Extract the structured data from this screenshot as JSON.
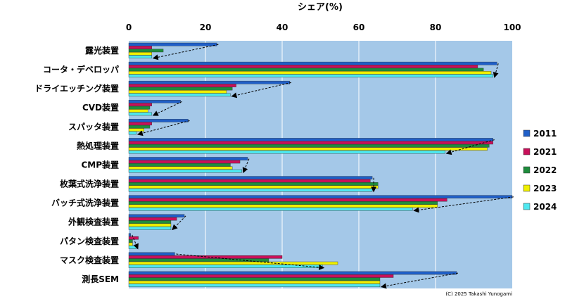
{
  "chart_data": {
    "type": "bar",
    "orientation": "horizontal",
    "title": "シェア(%)",
    "xlim": [
      0,
      100
    ],
    "xticks": [
      "0",
      "20",
      "40",
      "60",
      "80",
      "100"
    ],
    "grid": true,
    "legend_position": "right",
    "categories": [
      "露光装置",
      "コータ・デベロッパ",
      "ドライエッチング装置",
      "CVD装置",
      "スパッタ装置",
      "熱処理装置",
      "CMP装置",
      "枚葉式洗浄装置",
      "バッチ式洗浄装置",
      "外観検査装置",
      "パタン検査装置",
      "マスク検査装置",
      "測長SEM"
    ],
    "series": [
      {
        "name": "2011",
        "color": "#1f5fc8",
        "values": [
          23,
          96,
          42,
          13.5,
          15.5,
          95,
          31,
          63.5,
          100,
          14.5,
          0.5,
          12,
          85.5
        ]
      },
      {
        "name": "2021",
        "color": "#c8105a",
        "values": [
          6,
          91,
          28,
          6,
          6,
          95,
          29,
          63,
          83,
          12.5,
          2.5,
          40,
          69
        ]
      },
      {
        "name": "2022",
        "color": "#1e8c3c",
        "values": [
          9,
          92.5,
          27,
          5.5,
          5.5,
          94,
          26.5,
          65,
          80.5,
          11,
          1,
          36.5,
          65.5
        ]
      },
      {
        "name": "2023",
        "color": "#f0f000",
        "values": [
          6,
          94.5,
          25.5,
          5,
          4,
          93.5,
          27,
          65,
          80.5,
          11,
          1,
          54.5,
          65.5
        ]
      },
      {
        "name": "2024",
        "color": "#4ee8f0",
        "values": [
          6,
          95,
          26.5,
          6,
          2,
          82.5,
          29.5,
          63.5,
          74,
          11,
          2,
          50.5,
          65.5
        ]
      }
    ],
    "copyright": "(C) 2025 Takashi Yunogami"
  },
  "colors": {
    "plot_background": "#a4c8e8",
    "grid": "#ffffff",
    "arrow": "#000000"
  }
}
